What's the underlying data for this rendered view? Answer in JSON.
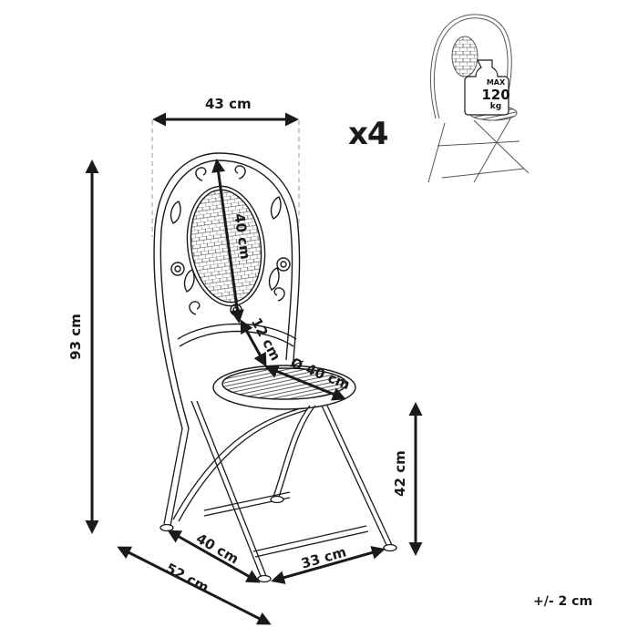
{
  "diagram": {
    "subject": "folding bistro chair dimensions",
    "quantity_label": "x4",
    "tolerance_label": "+/- 2 cm",
    "colors": {
      "line": "#1a1a1a",
      "background": "#ffffff",
      "dashed": "#999999"
    },
    "dimensions": {
      "total_height": "93 cm",
      "back_width": "43 cm",
      "backrest_height": "40 cm",
      "gap_back_to_seat": "12 cm",
      "seat_diameter": "Ø 40 cm",
      "seat_height": "42 cm",
      "leg_span_side": "40 cm",
      "leg_span_front": "33 cm",
      "depth": "52 cm"
    },
    "max_load": {
      "line1": "MAX",
      "line2": "120",
      "line3": "kg"
    }
  }
}
